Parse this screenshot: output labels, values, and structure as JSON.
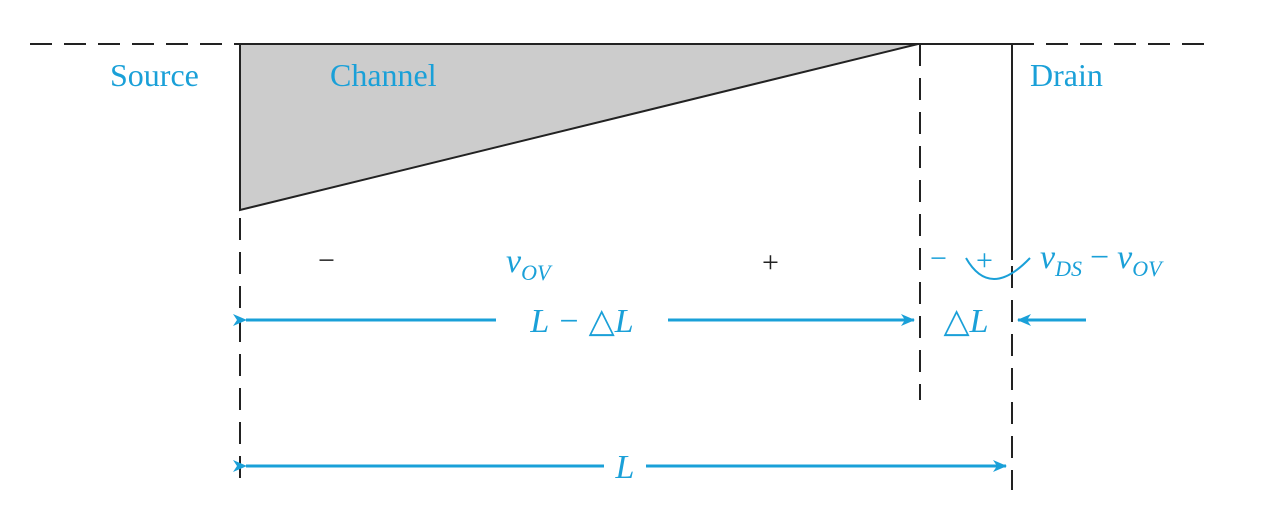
{
  "colors": {
    "accent": "#1aa0d8",
    "channel_fill": "#cccccc",
    "line": "#222222"
  },
  "labels": {
    "source": "Source",
    "channel": "Channel",
    "drain": "Drain"
  },
  "voltages": {
    "v_ov_main": "v",
    "v_ov_sub": "OV",
    "minus_left": "−",
    "plus_right": "+",
    "minus_small": "−",
    "plus_small": "+",
    "v_ds_main": "v",
    "v_ds_sub": "DS",
    "v_ds_minus": "−",
    "v_ov2_main": "v",
    "v_ov2_sub": "OV"
  },
  "dimensions": {
    "l_minus_delta_l": "L − △L",
    "delta_l": "△L",
    "l": "L"
  }
}
